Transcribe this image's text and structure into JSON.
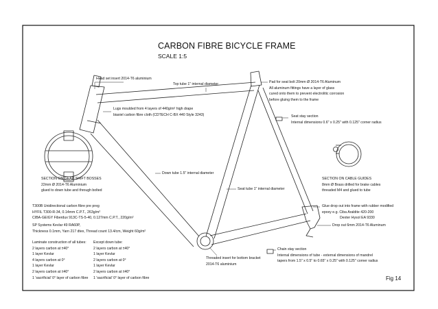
{
  "title": "CARBON FIBRE BICYCLE FRAME",
  "scale": "SCALE 1:5",
  "figure_label": "Fig 14",
  "labels": {
    "head_set": "Head set insert 2014-T6 aluminium",
    "top_tube": "Top tube 1\" internal diameter",
    "pad_seat_bolt": [
      "Pad for seat bolt 20mm Ø 2014-T6 Aluminum",
      "All aluminum fittings have a layer of glass",
      "cured onto them to prevent electrolitic corrosion",
      "before gluing them to the frame"
    ],
    "lugs": [
      "Lugs moulded from 4 layers of 440g/m² high drape",
      "biaxiel carbon fibre cloth (CDTECH C-BX 440 Style 3243)"
    ],
    "seat_stay_section": [
      "Seat stay section",
      "Internal dimensions 0.6\" x 0.25\" with 0.125\" corner radius"
    ],
    "down_tube": "Down tube 1.5\" internal diameter",
    "gear_shift": [
      "SECTION ON GEAR SHIFT BOSSES",
      "22mm Ø 2014-T6 Aluminium",
      "glued to down tube and through bolted"
    ],
    "seat_tube": "Seat tube 1\" internal diameter",
    "cable_guides": [
      "SECTION ON CABLE GUIDES",
      "8mm Ø Brass drilled for brake cables",
      "threaded M4 and glued to tube"
    ],
    "materials_1": [
      "T300B Unidirectional carbon fibre pre preg",
      "HYFIL T300-R-34, 0.14mm C.P.T., 263g/m²",
      "CIBA-GEIGY Fiberdux 913C-TS-5-40, 0.127mm C.P.T., 220g/m²"
    ],
    "materials_2": [
      "SP Systems Kevlar 49 RA60P,",
      "Thickness 0.1mm, Yarn 217 dtex, Thread count 13.4/cm, Weight 60g/m²"
    ],
    "glue_drop_out": [
      "Glue drop out into frame with rubber modified",
      "epoxy  e.g. Ciba Araldite 420-200",
      "Dexter Hysol EA 9330"
    ],
    "drop_out": "Drop out 6mm 2014-T6 Aluminum",
    "laminate_header": "Laminate construction of all tubes:",
    "laminate": [
      "2 layers carbon at ±40°",
      "1 layer Kevlar",
      "4 layers carbon at 0°",
      "1 layer Kevlar",
      "2 layers carbon at ±40°",
      "1 'sacrificial' 0° layer of carbon fibre"
    ],
    "except_header": "Except down tube:",
    "except": [
      "2 layers carbon at ±40°",
      "1 layer Kevlar",
      "2 layers carbon at 0°",
      "1 layer Kevlar",
      "2 layers carbon at ±40°",
      "1 'sacrificial' 0° layer of carbon fibre"
    ],
    "bottom_bracket": [
      "Threaded insert for bottom bracket",
      "2014-T6 aluminium"
    ],
    "chain_stay": [
      "Chain stay section",
      "Internal dimensions of tube - external dimensions of mandrel",
      "tapers from 1.5\" x 0.5\" to 0.65\" x 0.25\" with 0.125\" corner radius"
    ]
  }
}
